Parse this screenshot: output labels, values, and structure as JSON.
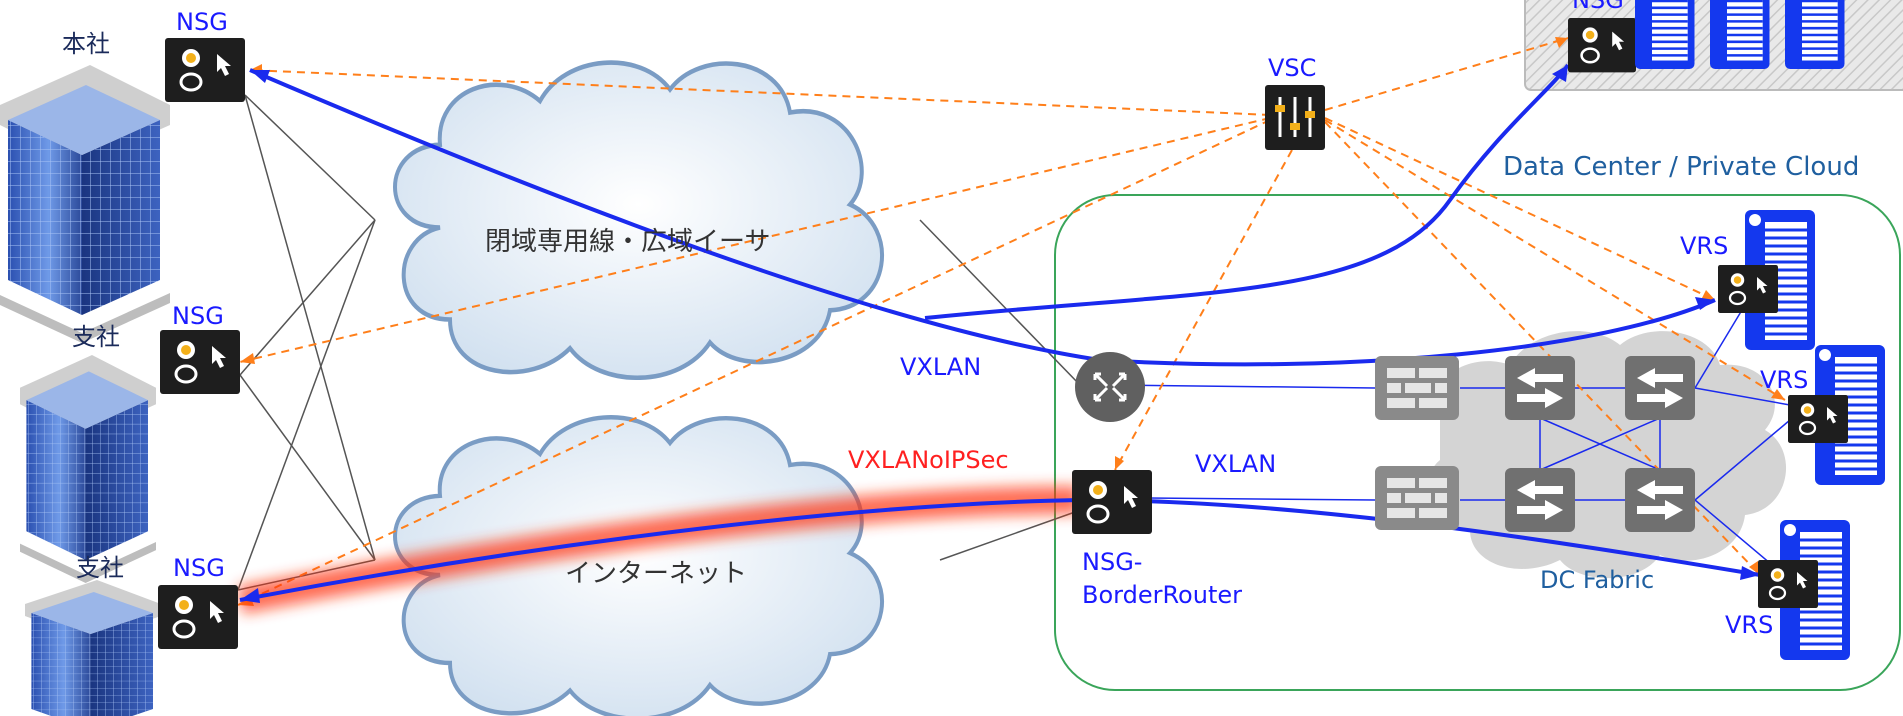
{
  "sites": {
    "headquarters": "本社",
    "branch1": "支社",
    "branch2": "支社"
  },
  "nsg_label": "NSG",
  "vsc_label": "VSC",
  "vrs_label": "VRS",
  "clouds": {
    "private_wan": "閉域専用線・広域イーサ",
    "internet": "インターネット"
  },
  "links": {
    "vxlan_top": "VXLAN",
    "vxlan_ipsec": "VXLANoIPSec",
    "vxlan_dc": "VXLAN"
  },
  "datacenter": {
    "title": "Data Center / Private Cloud",
    "border_router_line1": "NSG-",
    "border_router_line2": "BorderRouter",
    "fabric": "DC Fabric"
  },
  "colors": {
    "overlay_tunnel": "#1a2aee",
    "control_plane": "#ff7f1a",
    "physical_link": "#555555",
    "dc_border": "#3aa55a",
    "ipsec_glow": "#ff3010"
  }
}
